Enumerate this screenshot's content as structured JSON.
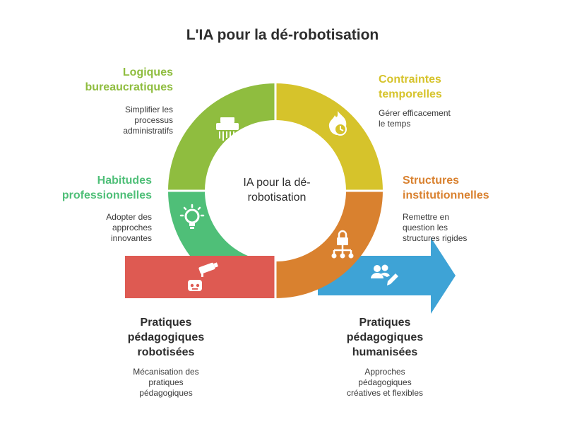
{
  "title": "L'IA pour la dé-robotisation",
  "center": {
    "line1": "IA pour la dé-",
    "line2": "robotisation"
  },
  "segments": [
    {
      "id": "bureaucratic",
      "title_lines": [
        "Logiques",
        "bureaucratiques"
      ],
      "desc_lines": [
        "Simplifier les",
        "processus",
        "administratifs"
      ],
      "color": "#8fbd3f",
      "icon": "paper-shredder-icon"
    },
    {
      "id": "temporal",
      "title_lines": [
        "Contraintes",
        "temporelles"
      ],
      "desc_lines": [
        "Gérer efficacement",
        "le temps"
      ],
      "color": "#d6c32b",
      "icon": "burning-clock-icon"
    },
    {
      "id": "professional",
      "title_lines": [
        "Habitudes",
        "professionnelles"
      ],
      "desc_lines": [
        "Adopter des",
        "approches",
        "innovantes"
      ],
      "color": "#4fbf78",
      "icon": "lightbulb-icon"
    },
    {
      "id": "institutional",
      "title_lines": [
        "Structures",
        "institutionnelles"
      ],
      "desc_lines": [
        "Remettre en",
        "question les",
        "structures rigides"
      ],
      "color": "#d9812f",
      "icon": "locked-hierarchy-icon"
    },
    {
      "id": "robotized",
      "title_lines": [
        "Pratiques",
        "pédagogiques",
        "robotisées"
      ],
      "desc_lines": [
        "Mécanisation des",
        "pratiques",
        "pédagogiques"
      ],
      "color": "#de5a52",
      "icon": "robot-camera-icon"
    },
    {
      "id": "humanized",
      "title_lines": [
        "Pratiques",
        "pédagogiques",
        "humanisées"
      ],
      "desc_lines": [
        "Approches",
        "pédagogiques",
        "créatives et flexibles"
      ],
      "color": "#3ea3d6",
      "icon": "people-pencil-icon"
    }
  ]
}
